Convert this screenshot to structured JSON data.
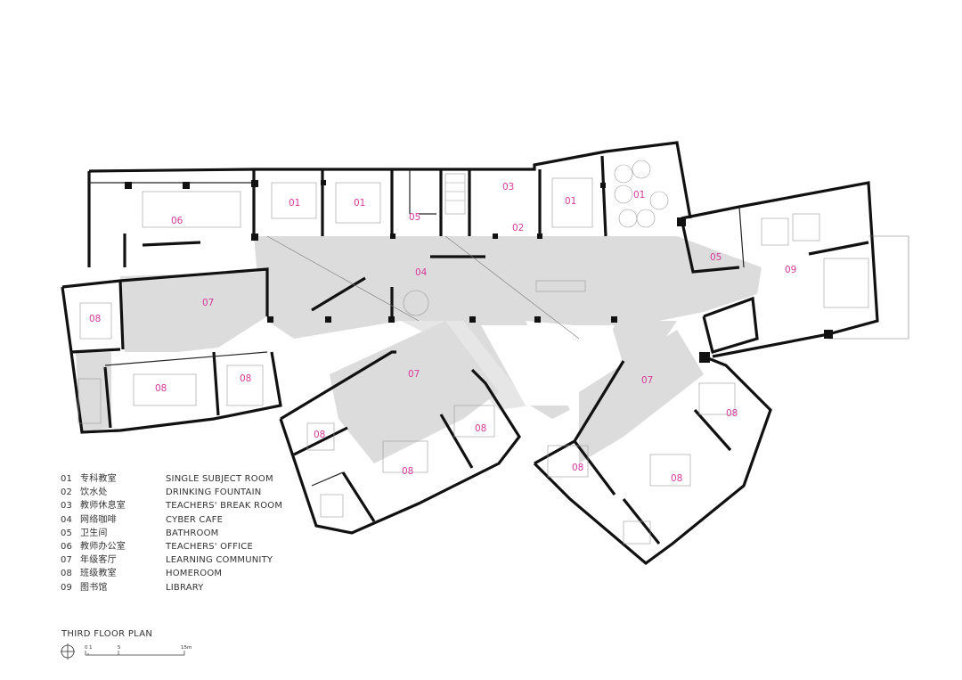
{
  "title": "THIRD FLOOR PLAN",
  "label_color": "#d63a9c",
  "legend": [
    {
      "num": "01",
      "cn": "专科教室",
      "en": "SINGLE SUBJECT ROOM"
    },
    {
      "num": "02",
      "cn": "饮水处",
      "en": "DRINKING FOUNTAIN"
    },
    {
      "num": "03",
      "cn": "教师休息室",
      "en": "TEACHERS' BREAK ROOM"
    },
    {
      "num": "04",
      "cn": "网络咖啡",
      "en": "CYBER CAFE"
    },
    {
      "num": "05",
      "cn": "卫生间",
      "en": "BATHROOM"
    },
    {
      "num": "06",
      "cn": "教师办公室",
      "en": "TEACHERS' OFFICE"
    },
    {
      "num": "07",
      "cn": "年级客厅",
      "en": "LEARNING COMMUNITY"
    },
    {
      "num": "08",
      "cn": "班级教室",
      "en": "HOMEROOM"
    },
    {
      "num": "09",
      "cn": "图书馆",
      "en": "LIBRARY"
    }
  ],
  "scale_bar": {
    "ticks": [
      "0",
      "1",
      "5",
      "15m"
    ]
  },
  "room_labels": {
    "teachers_office": "06",
    "subject_room_a": "01",
    "subject_room_b": "01",
    "bathroom_center": "05",
    "break_room": "03",
    "drinking_fountain": "02",
    "subject_room_c": "01",
    "subject_room_d": "01",
    "bathroom_east": "05",
    "library": "09",
    "cyber_cafe": "04",
    "west_community": "07",
    "west_homeroom_a": "08",
    "west_homeroom_b": "08",
    "west_homeroom_c": "08",
    "center_community": "07",
    "center_homeroom_a": "08",
    "center_homeroom_b": "08",
    "center_homeroom_c": "08",
    "east_community": "07",
    "east_homeroom_a": "08",
    "east_homeroom_b": "08",
    "east_homeroom_c": "08"
  }
}
